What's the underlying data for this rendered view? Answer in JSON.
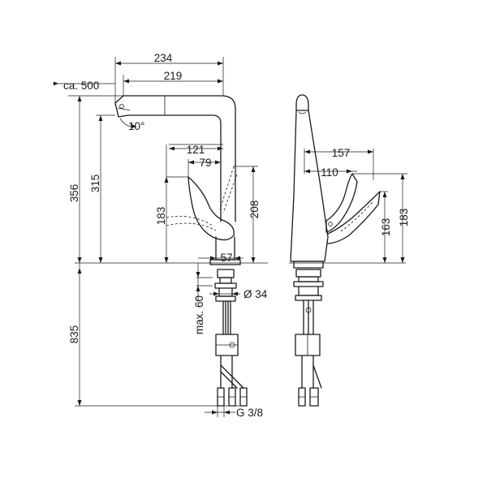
{
  "dimensions": {
    "d234": "234",
    "d219": "219",
    "ca500": "ca. 500",
    "d10": "10°",
    "d356": "356",
    "d315": "315",
    "d121": "121",
    "d79": "79",
    "d183_front": "183",
    "d208": "208",
    "d57": "57",
    "max60": "max. 60",
    "dia34": "Ø 34",
    "d835": "835",
    "g38": "G 3/8",
    "d157": "157",
    "d110": "110",
    "d163": "163",
    "d183_side": "183"
  }
}
